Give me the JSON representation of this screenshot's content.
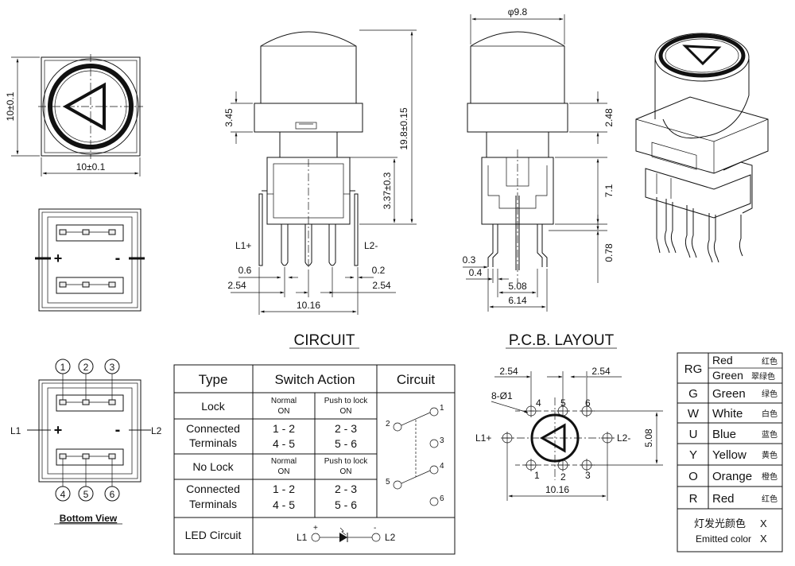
{
  "top_view": {
    "height_dim": "10±0.1",
    "width_dim": "10±0.1"
  },
  "side_view": {
    "cap_dim": "3.45",
    "total_height": "19.8±0.15",
    "pin_height": "3.37±0.3",
    "l1_label": "L1+",
    "l2_label": "L2-",
    "dim_06": "0.6",
    "dim_254_left": "2.54",
    "dim_02": "0.2",
    "dim_254_right": "2.54",
    "dim_1016": "10.16"
  },
  "front_view": {
    "diameter": "φ9.8",
    "dim_248": "2.48",
    "dim_71": "7.1",
    "dim_078": "0.78",
    "dim_03": "0.3",
    "dim_04": "0.4",
    "dim_508": "5.08",
    "dim_614": "6.14"
  },
  "bottom_top_view": {
    "plus": "+",
    "minus": "-"
  },
  "bottom_view": {
    "pins_top": [
      "1",
      "2",
      "3"
    ],
    "pins_bottom": [
      "4",
      "5",
      "6"
    ],
    "l1": "L1",
    "l2": "L2",
    "plus": "+",
    "minus": "-",
    "caption": "Bottom View"
  },
  "circuit_title": "CIRCUIT",
  "table": {
    "headers": [
      "Type",
      "Switch Action",
      "Circuit"
    ],
    "rows": [
      {
        "type": "Lock",
        "a": "Normal\nON",
        "b": "Push to lock\nON"
      },
      {
        "type": "Connected\nTerminals",
        "a": "1 - 2\n4 - 5",
        "b": "2 - 3\n5 - 6"
      },
      {
        "type": "No Lock",
        "a": "Normal\nON",
        "b": "Push to lock\nON"
      },
      {
        "type": "Connected\nTerminals",
        "a": "1 - 2\n4 - 5",
        "b": "2 - 3\n5 - 6"
      },
      {
        "type": "LED Circuit"
      }
    ],
    "lock_normal_1": "Normal",
    "lock_normal_2": "ON",
    "lock_push_1": "Push to lock",
    "lock_push_2": "ON",
    "ct_a1": "1 - 2",
    "ct_a2": "4 - 5",
    "ct_b1": "2 - 3",
    "ct_b2": "5 - 6",
    "circuit_pins": [
      "1",
      "2",
      "3",
      "4",
      "5",
      "6"
    ],
    "led_l1": "L1",
    "led_l2": "L2",
    "led_plus": "+",
    "led_minus": "-"
  },
  "pcb_title": "P.C.B. LAYOUT",
  "pcb": {
    "dim_254_left": "2.54",
    "dim_254_right": "2.54",
    "holes": "8-Ø1",
    "pins_top": [
      "4",
      "5",
      "6"
    ],
    "pins_bottom": [
      "1",
      "2",
      "3"
    ],
    "l1": "L1+",
    "l2": "L2-",
    "dim_508": "5.08",
    "dim_1016": "10.16"
  },
  "colors": [
    {
      "code": "RG",
      "en": "Red",
      "cn": "红色"
    },
    {
      "code": "RG",
      "en": "Green",
      "cn": "翠绿色"
    },
    {
      "code": "G",
      "en": "Green",
      "cn": "绿色"
    },
    {
      "code": "W",
      "en": "White",
      "cn": "白色"
    },
    {
      "code": "U",
      "en": "Blue",
      "cn": "蓝色"
    },
    {
      "code": "Y",
      "en": "Yellow",
      "cn": "黄色"
    },
    {
      "code": "O",
      "en": "Orange",
      "cn": "橙色"
    },
    {
      "code": "R",
      "en": "Red",
      "cn": "红色"
    }
  ],
  "colors_footer": {
    "cn": "灯发光颜色",
    "x1": "X",
    "en": "Emitted color",
    "x2": "X"
  }
}
